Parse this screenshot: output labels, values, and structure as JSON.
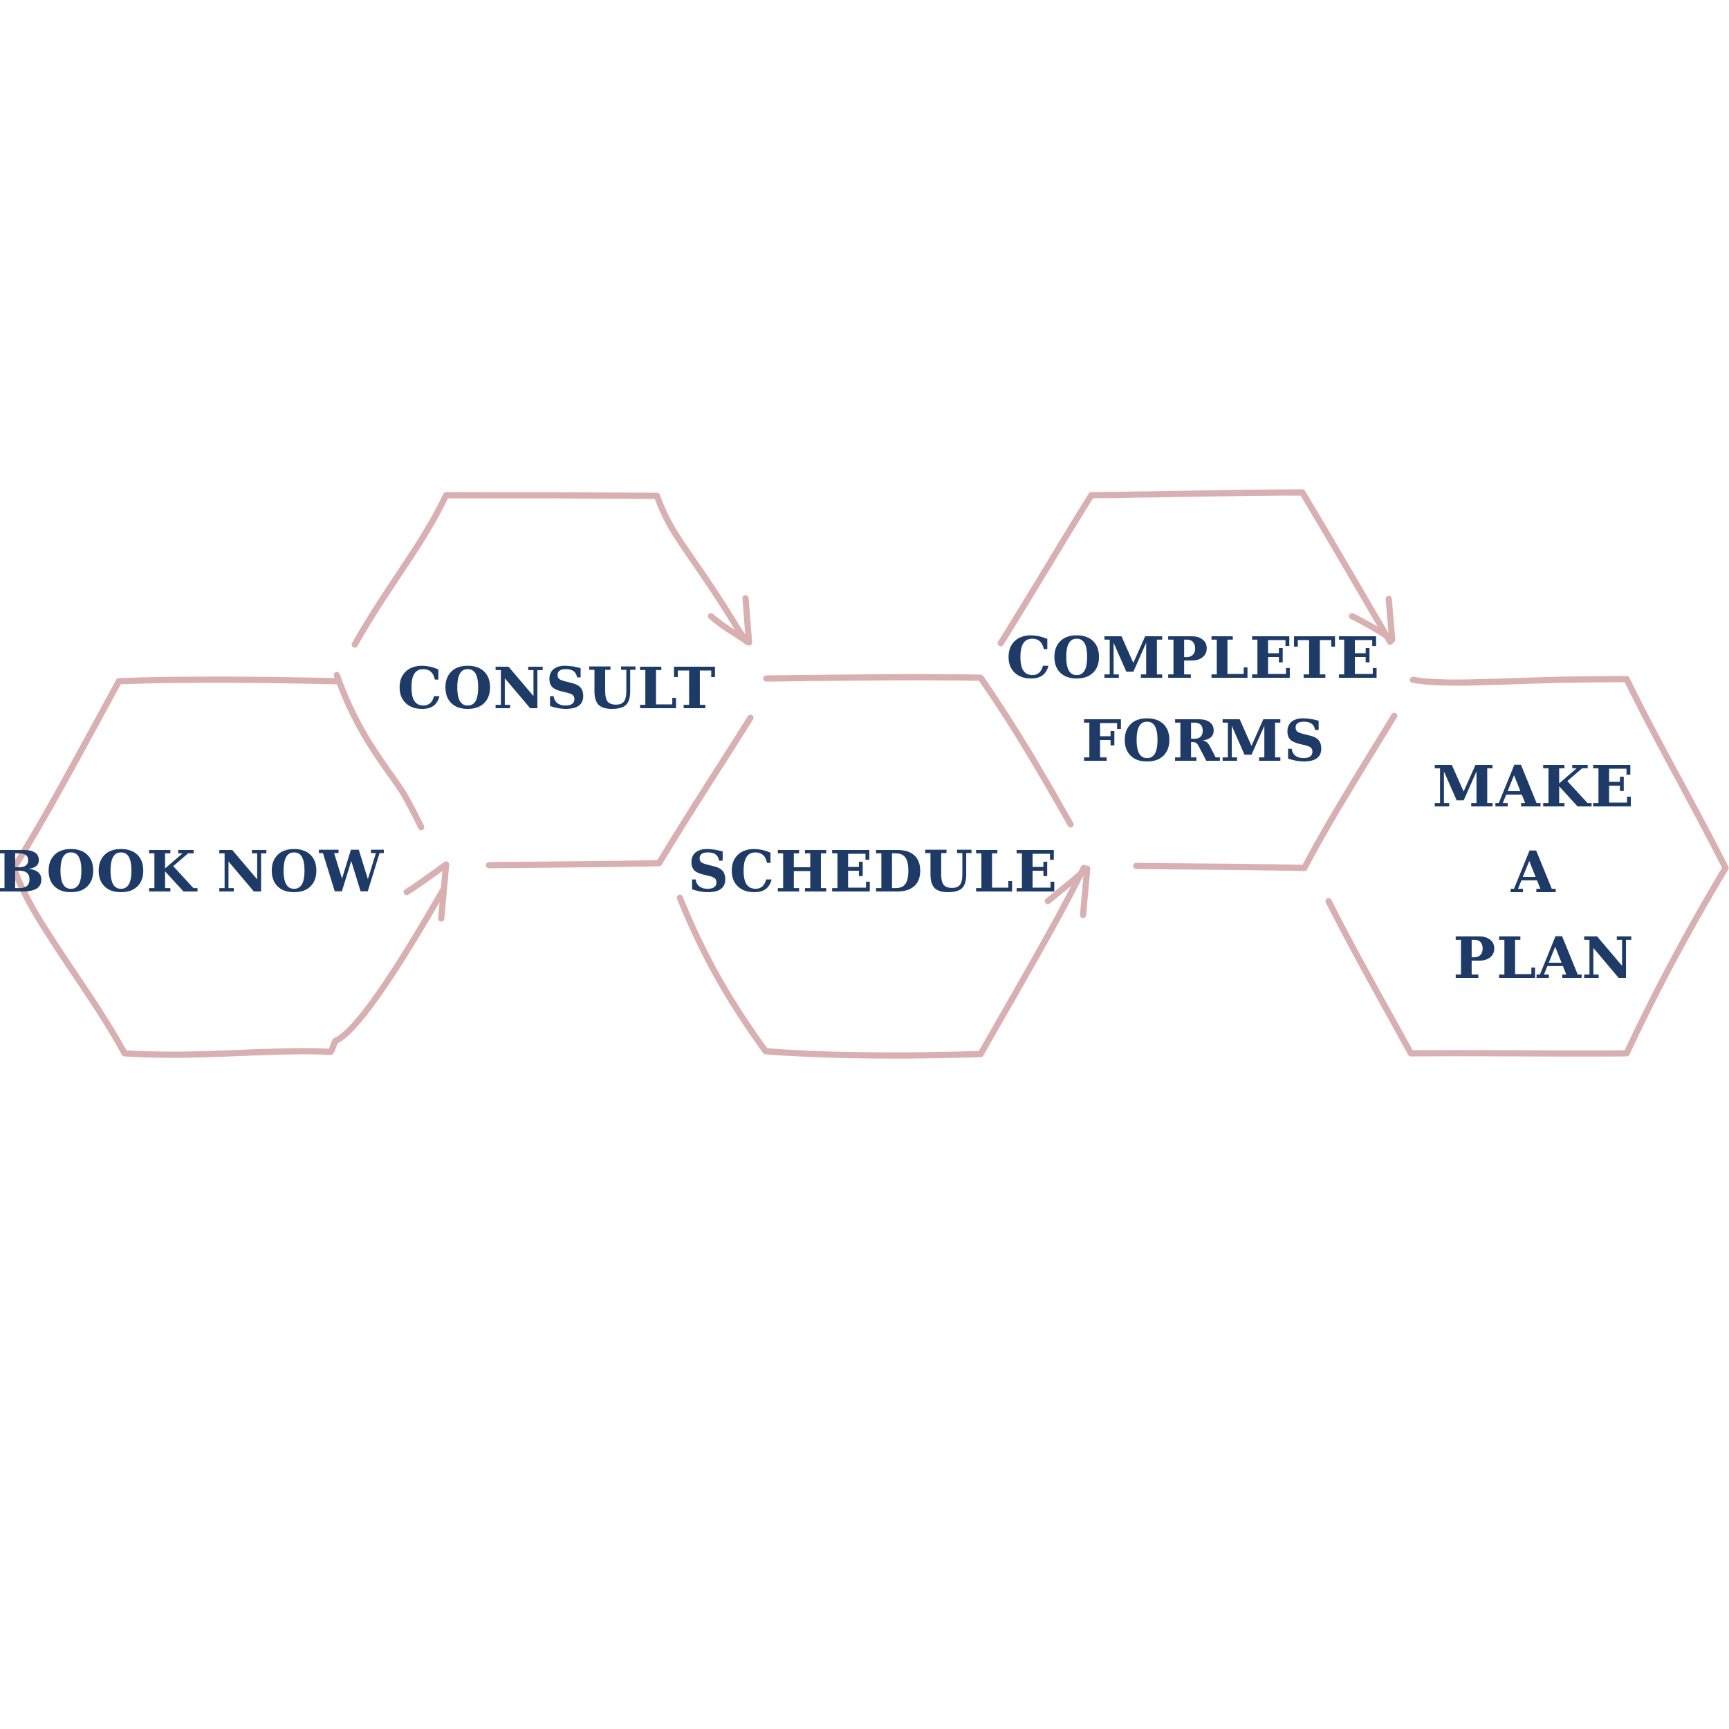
{
  "colors": {
    "outline": "#d9b0b2",
    "text": "#1e3a66",
    "background": "#ffffff"
  },
  "steps": [
    {
      "id": "book-now",
      "lines": [
        "BOOK NOW"
      ]
    },
    {
      "id": "consult",
      "lines": [
        "CONSULT"
      ]
    },
    {
      "id": "schedule",
      "lines": [
        "SCHEDULE"
      ]
    },
    {
      "id": "complete-forms",
      "lines": [
        "COMPLETE",
        "FORMS"
      ]
    },
    {
      "id": "make-a-plan",
      "lines": [
        "MAKE",
        "A",
        "PLAN"
      ]
    }
  ]
}
